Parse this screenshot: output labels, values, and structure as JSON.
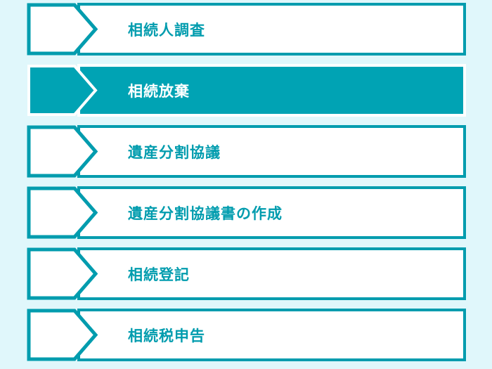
{
  "diagram": {
    "description_labels": [],
    "colors": {
      "background": "#e0f7fb",
      "accent": "#019cae",
      "active_fill": "#00a3b4",
      "inactive_fill": "#ffffff",
      "active_text": "#ffffff",
      "inactive_text": "#019cae"
    },
    "steps": [
      {
        "label": "相続人調査",
        "active": false
      },
      {
        "label": "相続放棄",
        "active": true
      },
      {
        "label": "遺産分割協議",
        "active": false
      },
      {
        "label": "遺産分割協議書の作成",
        "active": false
      },
      {
        "label": "相続登記",
        "active": false
      },
      {
        "label": "相続税申告",
        "active": false
      }
    ]
  }
}
